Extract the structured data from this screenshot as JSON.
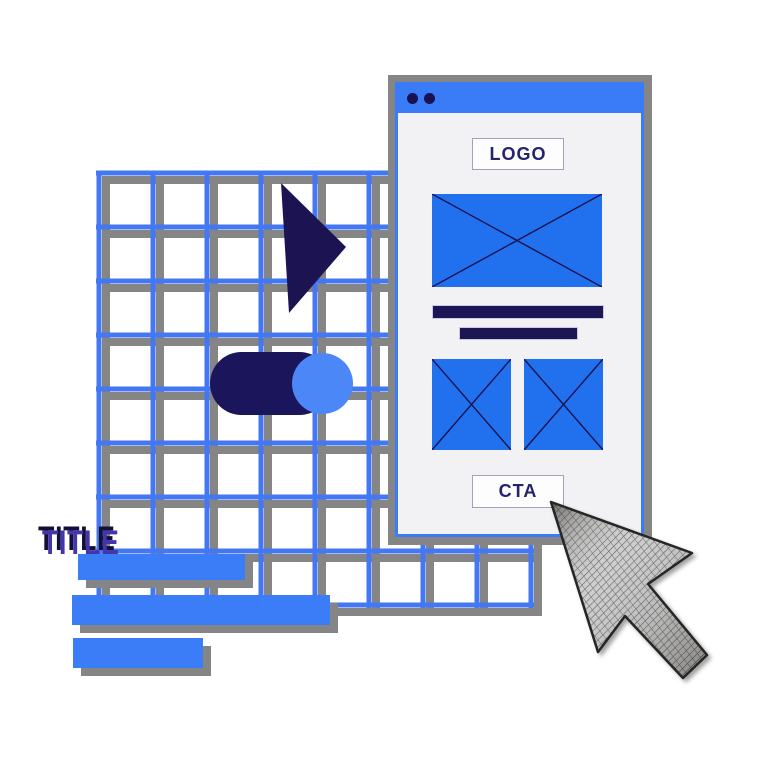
{
  "title_block": {
    "label": "TITLE",
    "text_color": "#4336AC",
    "shadow_color": "#140F38",
    "bar_color": "#3B7CF7",
    "bar_count": 3
  },
  "browser_window": {
    "logo_label": "LOGO",
    "cta_label": "CTA",
    "titlebar_color": "#3A7CF7",
    "border_color": "#3A7CF7",
    "body_color": "#F2F2F5",
    "placeholder_color": "#2171EF",
    "placeholder_cross_color": "#1A1150",
    "text_line_color": "#1D1655",
    "label_color": "#26236E",
    "dot_count": 2
  },
  "grid": {
    "line_color": "#4377F3",
    "shadow_color": "#858585",
    "columns": 8,
    "rows": 8
  },
  "shapes": {
    "play_color": "#1C1352",
    "toggle_track_color": "#1B155C",
    "toggle_knob_color": "#4C87F8",
    "cursor_sketch_color": "#3E3E3E"
  },
  "icons": [
    "window-dot-icon",
    "play-icon",
    "toggle-icon",
    "image-placeholder-icon",
    "text-line-icon",
    "cursor-icon"
  ]
}
